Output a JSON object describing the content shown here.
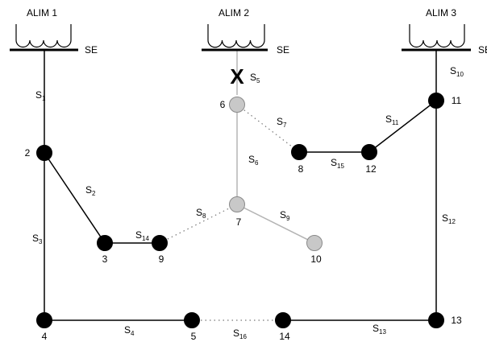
{
  "colors": {
    "active_node": "#000000",
    "inactive_node": "#c8c8c8",
    "inactive_node_stroke": "#8a8a8a",
    "active_line": "#000000",
    "inactive_line": "#b4b4b4",
    "open_switch": "#777777",
    "background": "#ffffff"
  },
  "sources": [
    {
      "name": "ALIM 1",
      "bus_label": "SE"
    },
    {
      "name": "ALIM 2",
      "bus_label": "SE"
    },
    {
      "name": "ALIM 3",
      "bus_label": "SE"
    }
  ],
  "nodes": [
    {
      "id": "2",
      "state": "energized"
    },
    {
      "id": "3",
      "state": "energized"
    },
    {
      "id": "4",
      "state": "energized"
    },
    {
      "id": "5",
      "state": "energized"
    },
    {
      "id": "6",
      "state": "de-energized"
    },
    {
      "id": "7",
      "state": "de-energized"
    },
    {
      "id": "8",
      "state": "energized"
    },
    {
      "id": "9",
      "state": "energized"
    },
    {
      "id": "10",
      "state": "de-energized"
    },
    {
      "id": "11",
      "state": "energized"
    },
    {
      "id": "12",
      "state": "energized"
    },
    {
      "id": "13",
      "state": "energized"
    },
    {
      "id": "14",
      "state": "energized"
    }
  ],
  "switches": [
    {
      "id": "S",
      "sub": "1",
      "from": "ALIM 1",
      "to": "2",
      "state": "closed"
    },
    {
      "id": "S",
      "sub": "2",
      "from": "2",
      "to": "3",
      "state": "closed"
    },
    {
      "id": "S",
      "sub": "3",
      "from": "2",
      "to": "4",
      "state": "closed"
    },
    {
      "id": "S",
      "sub": "4",
      "from": "4",
      "to": "5",
      "state": "closed"
    },
    {
      "id": "S",
      "sub": "5",
      "from": "ALIM 2",
      "to": "6",
      "state": "faulted"
    },
    {
      "id": "S",
      "sub": "6",
      "from": "6",
      "to": "7",
      "state": "de-energized"
    },
    {
      "id": "S",
      "sub": "7",
      "from": "6",
      "to": "8",
      "state": "open"
    },
    {
      "id": "S",
      "sub": "8",
      "from": "9",
      "to": "7",
      "state": "open"
    },
    {
      "id": "S",
      "sub": "9",
      "from": "7",
      "to": "10",
      "state": "de-energized"
    },
    {
      "id": "S",
      "sub": "10",
      "from": "ALIM 3",
      "to": "11",
      "state": "closed"
    },
    {
      "id": "S",
      "sub": "11",
      "from": "12",
      "to": "11",
      "state": "closed"
    },
    {
      "id": "S",
      "sub": "12",
      "from": "11",
      "to": "13",
      "state": "closed"
    },
    {
      "id": "S",
      "sub": "13",
      "from": "14",
      "to": "13",
      "state": "closed"
    },
    {
      "id": "S",
      "sub": "14",
      "from": "3",
      "to": "9",
      "state": "closed"
    },
    {
      "id": "S",
      "sub": "15",
      "from": "8",
      "to": "12",
      "state": "closed"
    },
    {
      "id": "S",
      "sub": "16",
      "from": "5",
      "to": "14",
      "state": "open"
    }
  ],
  "fault_marker": "X"
}
